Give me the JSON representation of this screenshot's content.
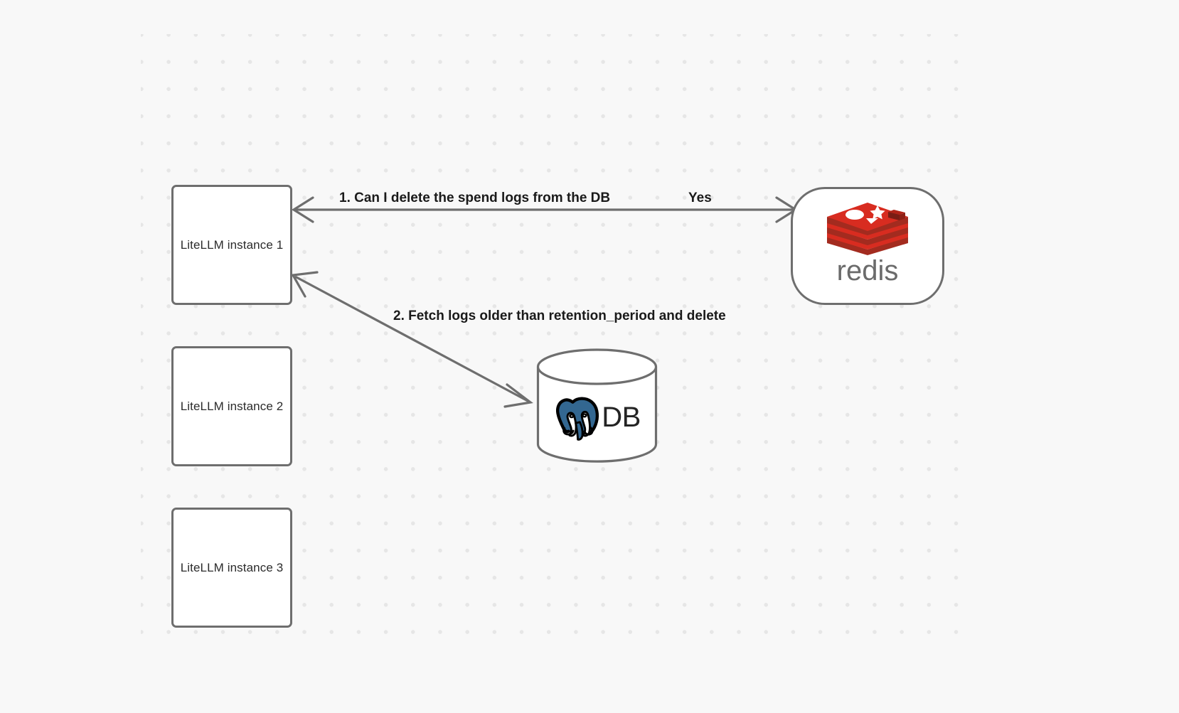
{
  "canvas": {
    "background_color": "#f8f8f8",
    "dot_color": "#e6e6e6"
  },
  "diagram": {
    "type": "flow-diagram",
    "nodes": [
      {
        "id": "litellm-1",
        "label": "LiteLLM instance 1",
        "shape": "rounded-rect",
        "border_color": "#6e6e6e",
        "fill": "#ffffff"
      },
      {
        "id": "litellm-2",
        "label": "LiteLLM instance 2",
        "shape": "rounded-rect",
        "border_color": "#6e6e6e",
        "fill": "#ffffff"
      },
      {
        "id": "litellm-3",
        "label": "LiteLLM instance 3",
        "shape": "rounded-rect",
        "border_color": "#6e6e6e",
        "fill": "#ffffff"
      },
      {
        "id": "redis",
        "label": "redis",
        "shape": "rounded-box",
        "logo": "redis-logo",
        "brand_color": "#d82c20",
        "wordmark_color": "#6b6b6b"
      },
      {
        "id": "db",
        "label": "DB",
        "shape": "cylinder",
        "logo": "postgresql-elephant-icon",
        "brand_color": "#336791"
      }
    ],
    "edges": [
      {
        "id": "edge-1",
        "from": "redis",
        "to": "litellm-1",
        "label_left": "1.  Can I delete the spend logs from the DB",
        "label_right": "Yes",
        "stroke": "#6e6e6e",
        "arrowheads": "both"
      },
      {
        "id": "edge-2",
        "from": "db",
        "to": "litellm-1",
        "label": "2.  Fetch logs older than retention_period and delete",
        "stroke": "#6e6e6e",
        "arrowheads": "both"
      }
    ]
  }
}
